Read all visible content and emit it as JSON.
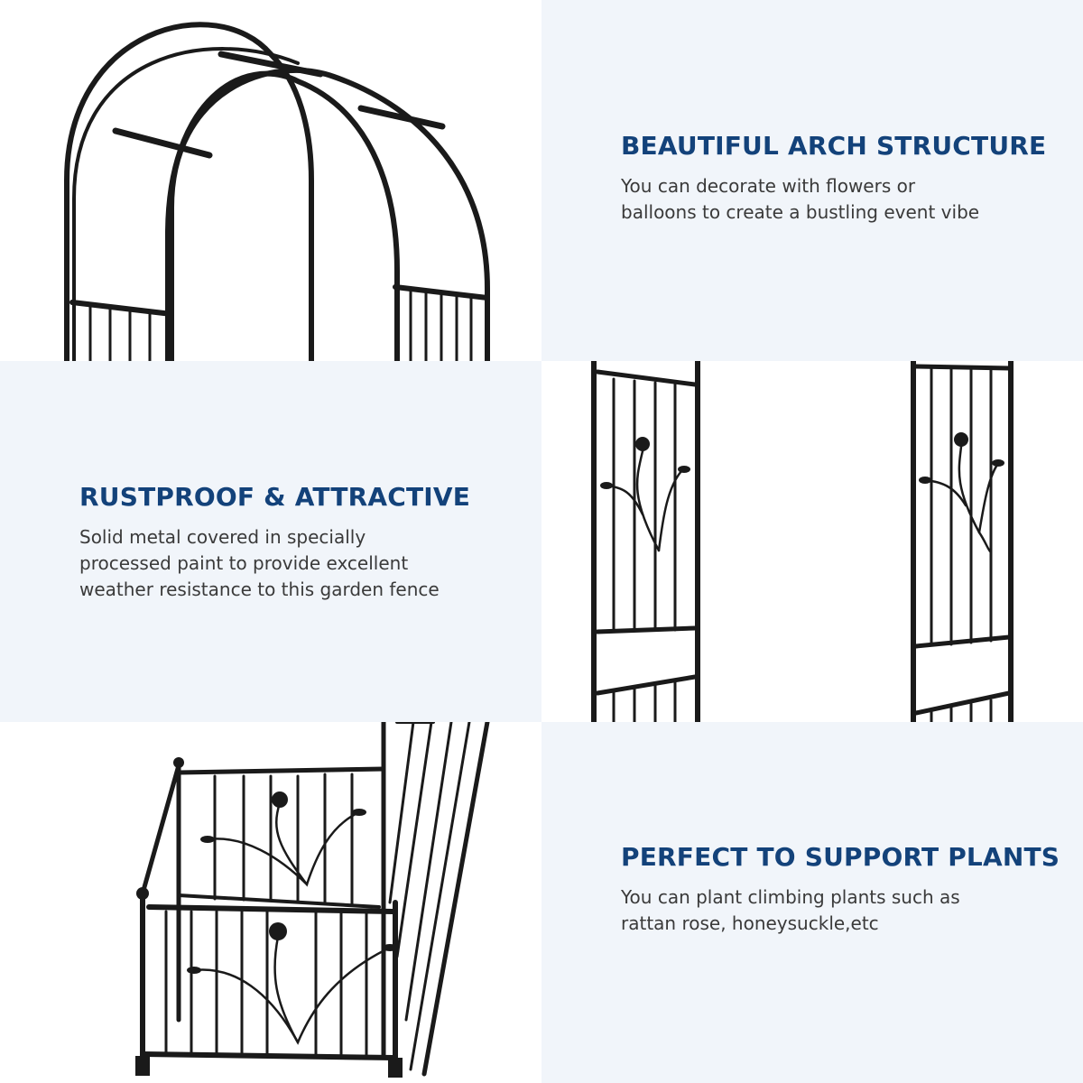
{
  "features": [
    {
      "title": "BEAUTIFUL ARCH STRUCTURE",
      "lines": [
        "You can decorate with flowers or",
        "balloons to create a bustling event vibe"
      ],
      "image": "arch-top-photo"
    },
    {
      "title": "RUSTPROOF & ATTRACTIVE",
      "lines": [
        "Solid metal covered in specially",
        "processed paint to provide excellent",
        "weather resistance to this garden fence"
      ],
      "image": "side-panels-photo"
    },
    {
      "title": "PERFECT TO SUPPORT PLANTS",
      "lines": [
        "You can plant climbing plants such as",
        "rattan rose, honeysuckle,etc"
      ],
      "image": "base-planter-photo"
    }
  ],
  "colors": {
    "heading": "#13427a",
    "body_text": "#3a3a3a",
    "panel_bg": "#f1f5fa",
    "metal": "#1a1a1a"
  }
}
